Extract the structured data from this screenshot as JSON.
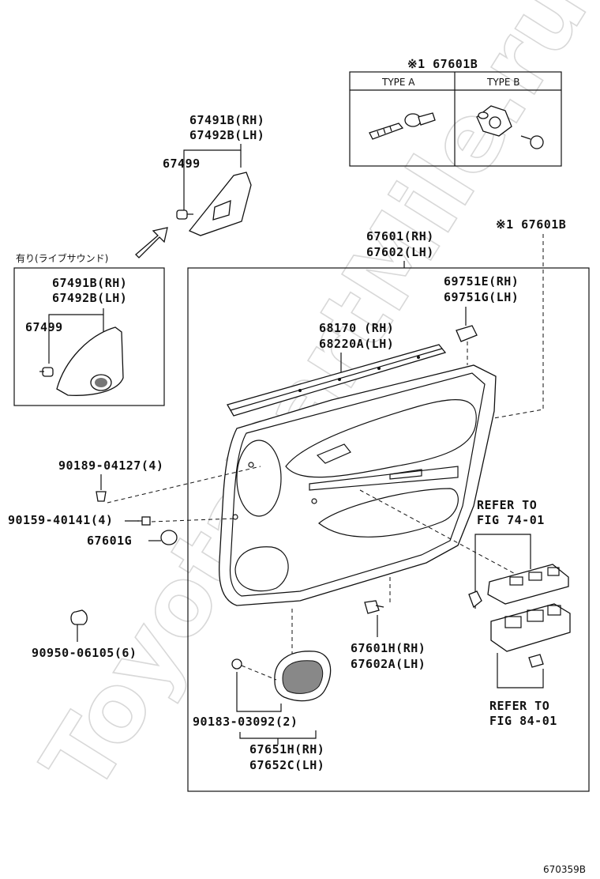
{
  "watermark": "ToyotaPartMile.ru",
  "figure_code": "670359B",
  "types_box": {
    "title": "※1 67601B",
    "type_a": "TYPE A",
    "type_b": "TYPE B"
  },
  "option_box": {
    "caption": "有り(ライブサウンド)",
    "part_rh": "67491B(RH)",
    "part_lh": "67492B(LH)",
    "screw": "67499"
  },
  "labels": {
    "top_cover_rh": "67491B(RH)",
    "top_cover_lh": "67492B(LH)",
    "top_screw": "67499",
    "panel_rh": "67601(RH)",
    "panel_lh": "67602(LH)",
    "ref_67601b": "※1 67601B",
    "cap_rh": "69751E(RH)",
    "cap_lh": "69751G(LH)",
    "weather_rh": "68170 (RH)",
    "weather_lh": "68220A(LH)",
    "screw_90189": "90189-04127(4)",
    "screw_90159": "90159-40141(4)",
    "clip_67601g": "67601G",
    "plug_90950": "90950-06105(6)",
    "refer1_a": "REFER TO",
    "refer1_b": "FIG 74-01",
    "clip_rh": "67601H(RH)",
    "clip_lh": "67602A(LH)",
    "refer2_a": "REFER TO",
    "refer2_b": "FIG 84-01",
    "nut_90183": "90183-03092(2)",
    "grille_rh": "67651H(RH)",
    "grille_lh": "67652C(LH)"
  }
}
